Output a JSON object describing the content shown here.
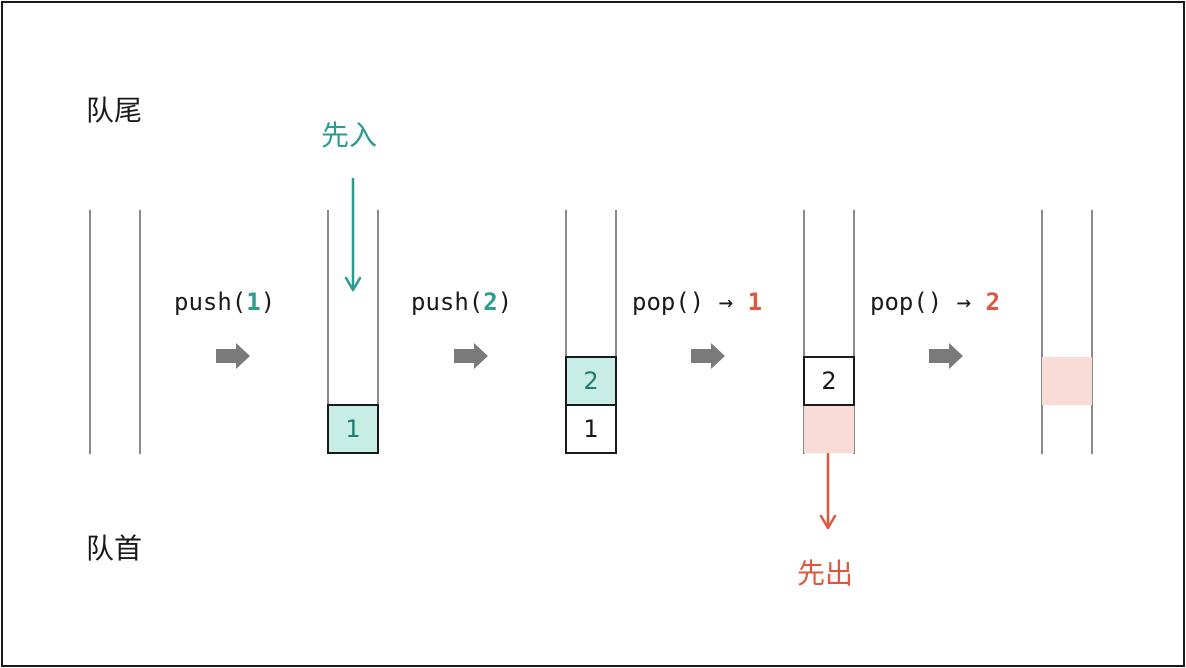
{
  "labels": {
    "tail": "队尾",
    "head": "队首",
    "first_in": "先入",
    "first_out": "先出"
  },
  "operations": [
    {
      "text": "push(",
      "value": "1",
      "close": ")",
      "tone": "teal"
    },
    {
      "text": "push(",
      "value": "2",
      "close": ")",
      "tone": "teal"
    },
    {
      "text": "pop() → ",
      "value": "1",
      "close": "",
      "tone": "red"
    },
    {
      "text": "pop() → ",
      "value": "2",
      "close": "",
      "tone": "red"
    }
  ],
  "states": [
    {
      "cells": []
    },
    {
      "cells": [
        {
          "value": "1",
          "style": "teal"
        }
      ]
    },
    {
      "cells": [
        {
          "value": "2",
          "style": "teal"
        },
        {
          "value": "1",
          "style": "plain"
        }
      ]
    },
    {
      "cells": [
        {
          "value": "2",
          "style": "plain"
        }
      ]
    },
    {
      "cells": []
    }
  ],
  "colors": {
    "teal": "#2a9d8f",
    "teal_fill": "#c8ede6",
    "red": "#e0573f",
    "red_fill": "#fadcd6",
    "rail": "#8a8a8a",
    "arrow": "#7a7a7a"
  }
}
